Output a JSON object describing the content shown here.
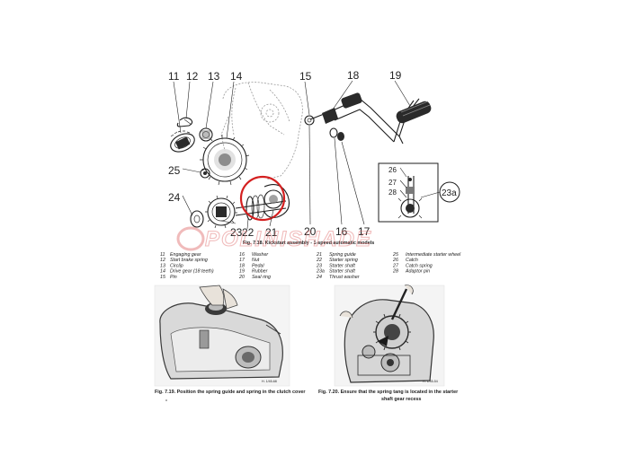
{
  "watermark": "POLINISHADE",
  "main_figure": {
    "callouts": [
      "11",
      "12",
      "13",
      "14",
      "15",
      "18",
      "19",
      "25",
      "24",
      "23",
      "22",
      "21",
      "20",
      "16",
      "17",
      "26",
      "27",
      "28",
      "23a"
    ],
    "caption": "Fig. 7.18. Kickstart assembly - 1-speed automatic models"
  },
  "legend": [
    {
      "num": "11",
      "text": "Engaging gear"
    },
    {
      "num": "12",
      "text": "Start brake spring"
    },
    {
      "num": "13",
      "text": "Circlip"
    },
    {
      "num": "14",
      "text": "Drive gear (18 teeth)"
    },
    {
      "num": "15",
      "text": "Pin"
    },
    {
      "num": "16",
      "text": "Washer"
    },
    {
      "num": "17",
      "text": "Nut"
    },
    {
      "num": "18",
      "text": "Pedal"
    },
    {
      "num": "19",
      "text": "Rubber"
    },
    {
      "num": "20",
      "text": "Seal ring"
    },
    {
      "num": "21",
      "text": "Spring guide"
    },
    {
      "num": "22",
      "text": "Starter spring"
    },
    {
      "num": "23",
      "text": "Starter shaft"
    },
    {
      "num": "23a",
      "text": "Starter shaft"
    },
    {
      "num": "24",
      "text": "Thrust washer"
    },
    {
      "num": "25",
      "text": "Intermediate starter wheel"
    },
    {
      "num": "26",
      "text": "Catch"
    },
    {
      "num": "27",
      "text": "Catch spring"
    },
    {
      "num": "28",
      "text": "Adaptor pin"
    }
  ],
  "photo_left": {
    "ref": "H. 1/45-68",
    "caption": "Fig. 7.19. Position the spring guide and spring in the clutch cover"
  },
  "photo_right": {
    "ref": "H. 1/45-54",
    "caption_line1": "Fig. 7.20. Ensure that the spring tang is located in the starter",
    "caption_line2": "shaft gear recess"
  },
  "colors": {
    "highlight": "#d42020",
    "watermark": "#e06a6a",
    "ink": "#1e1e1e"
  }
}
